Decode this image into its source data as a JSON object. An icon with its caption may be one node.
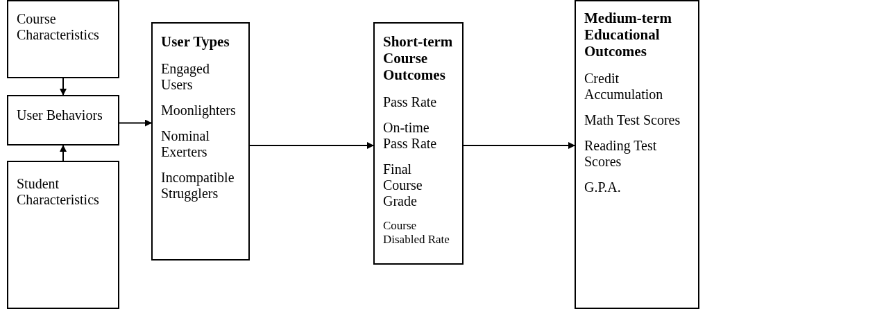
{
  "diagram": {
    "nodes": [
      {
        "text": [
          "Course Characteristics"
        ]
      },
      {
        "text": [
          "User Behaviors"
        ]
      },
      {
        "text": [
          "Student Characteristics"
        ]
      },
      {
        "text": [
          "User Types",
          "Engaged Users",
          "Moonlighters",
          "Nominal Exerters",
          "Incompatible Strugglers"
        ]
      },
      {
        "text": [
          "Short-term Course Outcomes",
          "Pass Rate",
          "On-time Pass Rate",
          "Final Course Grade",
          "Course Disabled Rate"
        ]
      },
      {
        "text": [
          "Medium-term Educational Outcomes",
          "Credit Accumulation",
          "Math Test Scores",
          "Reading Test Scores",
          "G.P.A."
        ]
      }
    ],
    "edges": [
      {
        "from": 0,
        "to": 1,
        "arrow": "to"
      },
      {
        "from": 2,
        "to": 1,
        "arrow": "to"
      },
      {
        "from": 1,
        "to": 3,
        "arrow": "to"
      },
      {
        "from": 3,
        "to": 4,
        "arrow": "to"
      },
      {
        "from": 4,
        "to": 5,
        "arrow": "to"
      }
    ]
  }
}
